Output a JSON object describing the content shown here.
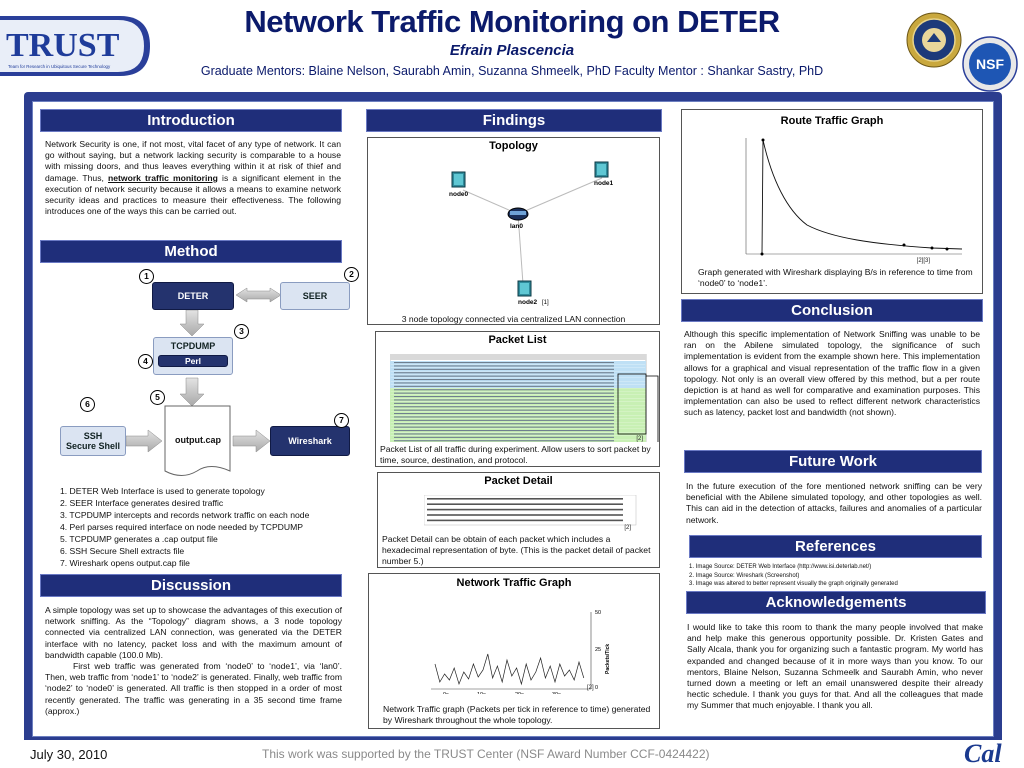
{
  "header": {
    "title": "Network Traffic Monitoring on DETER",
    "author": "Efrain Plascencia",
    "mentors": "Graduate Mentors: Blaine Nelson, Saurabh Amin, Suzanna Shmeelk, PhD Faculty Mentor : Shankar Sastry, PhD",
    "trust_logo_text": "TRUST",
    "trust_logo_subtext": "Team for Research in Ubiquitous Secure Technology",
    "nsf_logo_text": "NSF"
  },
  "introduction": {
    "heading": "Introduction",
    "text_before": "Network Security is one, if not most, vital facet of any type of network. It can go without saying, but a network lacking security is comparable to a house with missing doors, and thus leaves everything within it at risk of thief and damage. Thus, ",
    "emphasis": "network traffic monitoring",
    "text_after": " is a significant element in the execution of network security because it allows a means to examine network security ideas and practices to measure their effectiveness. The following introduces one of the ways this can be carried out."
  },
  "method": {
    "heading": "Method",
    "boxes": {
      "deter": "DETER",
      "seer": "SEER",
      "tcpdump": "TCPDUMP",
      "perl": "Perl",
      "ssh": "SSH\nSecure Shell",
      "output": "output.cap",
      "wireshark": "Wireshark"
    },
    "numbers": [
      "1",
      "2",
      "3",
      "4",
      "5",
      "6",
      "7"
    ],
    "steps": [
      "1. DETER Web Interface is used to generate topology",
      "2. SEER Interface generates desired traffic",
      "3. TCPDUMP intercepts and records network traffic on each node",
      "4. Perl parses required interface on node needed by TCPDUMP",
      "5. TCPDUMP generates a .cap output file",
      "6. SSH Secure Shell extracts file",
      "7. Wireshark opens output.cap file"
    ]
  },
  "discussion": {
    "heading": "Discussion",
    "p1": "A simple topology was set up to showcase the advantages of this execution of network sniffing. As the “Topology” diagram shows, a 3 node topology connected via centralized LAN connection, was generated via the DETER interface with no latency, packet loss and with the maximum amount of bandwidth capable (100.0 Mb).",
    "p2": "First web traffic was generated from ‘node0’ to ‘node1’, via ‘lan0’. Then, web traffic from ‘node1’ to ‘node2’ is generated. Finally, web traffic from ‘node2’ to ‘node0’ is generated. All traffic is then stopped in a order of most recently generated. The traffic was generating in a 35 second time frame (approx.)"
  },
  "findings": {
    "heading": "Findings",
    "topology": {
      "title": "Topology",
      "nodes": [
        "node0",
        "node1",
        "lan0",
        "node2"
      ],
      "ref": "[1]",
      "caption": "3 node topology connected via centralized LAN connection"
    },
    "packet_list": {
      "title": "Packet List",
      "ref": "[2]",
      "caption": "Packet List of all traffic during experiment. Allow users to sort packet by time, source, destination, and protocol."
    },
    "packet_detail": {
      "title": "Packet Detail",
      "ref": "[2]",
      "caption": "Packet Detail can be obtain of each packet which includes a hexadecimal representation of byte. (This is the packet detail of packet number 5.)"
    },
    "network_graph": {
      "title": "Network Traffic Graph",
      "ref": "[2]",
      "caption": "Network Traffic graph (Packets per tick in reference to time) generated by Wireshark throughout the whole topology.",
      "x_ticks": [
        "0s",
        "10s",
        "20s",
        "30s"
      ],
      "y_ticks": [
        "50",
        "25",
        "0"
      ],
      "ylabel": "Packets/Tick"
    }
  },
  "route_graph": {
    "title": "Route Traffic Graph",
    "ref": "[2][3]",
    "caption": "Graph generated with Wireshark displaying B/s in reference to time from ‘node0’ to ‘node1’."
  },
  "conclusion": {
    "heading": "Conclusion",
    "text": "Although this specific implementation of Network Sniffing was unable to be ran on the Abilene simulated topology, the significance of such implementation is evident from the example shown here. This implementation allows for a graphical and visual representation of the traffic flow in a given topology. Not only is an overall view offered by this method, but a per route depiction is at hand as well for comparative and examination purposes. This implementation can also be used to reflect different network characteristics such as latency, packet lost and bandwidth (not shown)."
  },
  "future_work": {
    "heading": "Future Work",
    "text": "In the future execution of the fore mentioned network sniffing can be very beneficial with the Abilene simulated topology, and other topologies as well. This can aid in the detection of attacks, failures and anomalies of a particular network."
  },
  "references": {
    "heading": "References",
    "items": [
      "1. Image Source: DETER Web Interface (http://www.isi.deterlab.net/)",
      "2. Image Source: Wireshark (Screenshot)",
      "3. Image was altered to better represent visually  the graph originally generated"
    ]
  },
  "acknowledgements": {
    "heading": "Acknowledgements",
    "text": "I would like to take this room to thank the many people involved that make and help make this generous opportunity possible. Dr. Kristen Gates and Sally Alcala, thank you for organizing such a fantastic program. My world has expanded and changed because of it in more ways than you know. To our mentors, Blaine Nelson, Suzanna Schmeelk and Saurabh Amin, who never turned down a meeting or left an email unanswered despite their already hectic schedule. I thank you guys for that. And all the colleagues that made my Summer that much enjoyable. I thank you all."
  },
  "footer": {
    "date": "July 30, 2010",
    "support": "This work was supported by the TRUST Center (NSF Award Number CCF-0424422)",
    "cal_logo": "Cal"
  },
  "colors": {
    "header_text": "#0b1a6b",
    "section_bg": "#1f2e7a",
    "frame": "#2b3d8f"
  }
}
